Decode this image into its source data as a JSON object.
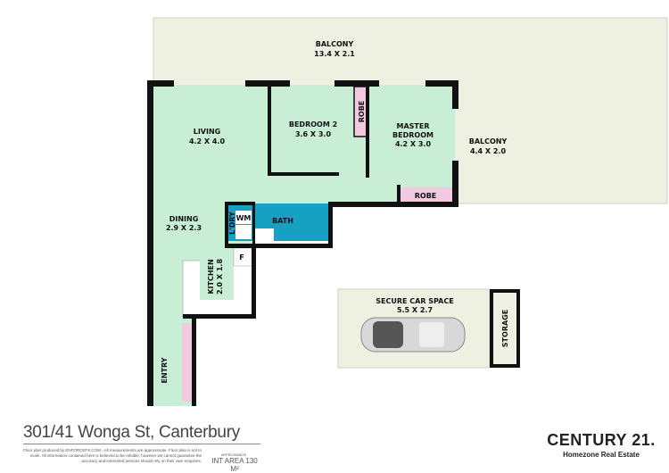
{
  "rooms": {
    "balcony_top": {
      "name": "BALCONY",
      "size": "13.4 X 2.1"
    },
    "balcony_side": {
      "name": "BALCONY",
      "size": "4.4 X 2.0"
    },
    "living": {
      "name": "LIVING",
      "size": "4.2 X 4.0"
    },
    "bedroom2": {
      "name": "BEDROOM 2",
      "size": "3.6 X 3.0"
    },
    "master": {
      "name1": "MASTER",
      "name2": "BEDROOM",
      "size": "4.2 X 3.0"
    },
    "robe1": "ROBE",
    "robe2": "ROBE",
    "dining": {
      "name": "DINING",
      "size": "2.9 X 2.3"
    },
    "laundry": "L'DRY",
    "wm": "WM",
    "bath": "BATH",
    "fridge": "F",
    "kitchen": {
      "name": "KITCHEN",
      "size": "2.0 X 1.8"
    },
    "entry": "ENTRY",
    "car": {
      "name": "SECURE CAR SPACE",
      "size": "5.5 X 2.7"
    },
    "storage": "STORAGE"
  },
  "colors": {
    "floor": "#c8eed6",
    "balcony": "#eef0e2",
    "robe": "#f2c9e0",
    "bath": "#16a0c2",
    "wall": "#111111"
  },
  "footer": {
    "address": "301/41 Wonga St, Canterbury",
    "disclaimer": "Floor plan produced by ENFORCEFX.COM - All measurements are approximate. Floor plan is not to scale. All information contained here is believed to be reliable, however we cannot guarantee the accuracy and interested persons should rely on their own enquiries.",
    "area_caption": "APPROXIMATE",
    "area": "INT AREA 130 M²",
    "compass": "compass-north-icon",
    "brand": "CENTURY 21.",
    "office": "Homezone Real Estate"
  }
}
